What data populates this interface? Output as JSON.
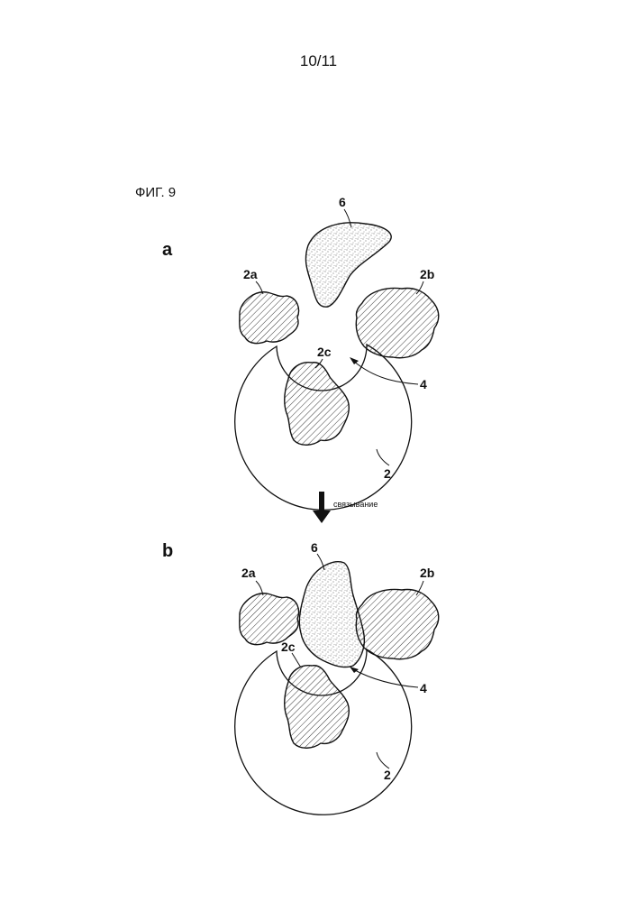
{
  "page": {
    "number": "10/11"
  },
  "figure": {
    "label": "ФИГ. 9",
    "transition_label": "связывание",
    "panels": [
      {
        "letter": "a",
        "labels": {
          "ligand": "6",
          "left_domain": "2a",
          "right_domain": "2b",
          "center_domain": "2c",
          "pocket": "4",
          "protein": "2"
        }
      },
      {
        "letter": "b",
        "labels": {
          "ligand": "6",
          "left_domain": "2a",
          "right_domain": "2b",
          "center_domain": "2c",
          "pocket": "4",
          "protein": "2"
        }
      }
    ]
  }
}
